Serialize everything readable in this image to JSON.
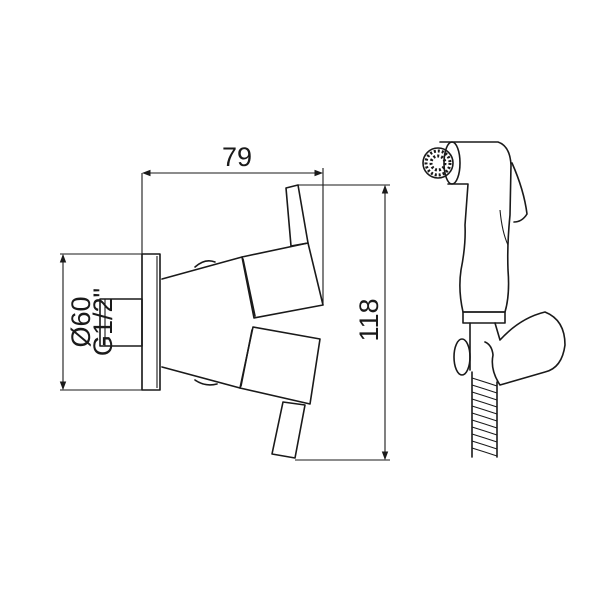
{
  "dimensions": {
    "width_label": "79",
    "height_label": "118",
    "diameter_label": "Ø60",
    "thread_label": "G1/2\""
  },
  "colors": {
    "line": "#1a1a1a",
    "background": "#ffffff"
  }
}
